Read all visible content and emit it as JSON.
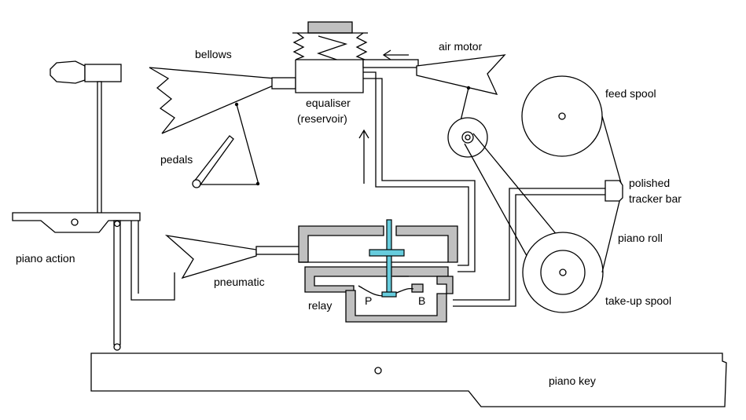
{
  "labels": {
    "bellows": "bellows",
    "air_motor": "air motor",
    "equaliser_1": "equaliser",
    "equaliser_2": "(reservoir)",
    "feed_spool": "feed spool",
    "pedals": "pedals",
    "polished_1": "polished",
    "tracker_bar": "tracker bar",
    "piano_action": "piano action",
    "piano_roll": "piano roll",
    "pneumatic": "pneumatic",
    "relay": "relay",
    "valve_p": "P",
    "valve_b": "B",
    "take_up_spool": "take-up spool",
    "piano_key": "piano key"
  },
  "colors": {
    "pipe_wall": "#c0c0c0",
    "equaliser_cap": "#c0c0c0",
    "valve": "#66ccdd",
    "outline": "#000000"
  }
}
